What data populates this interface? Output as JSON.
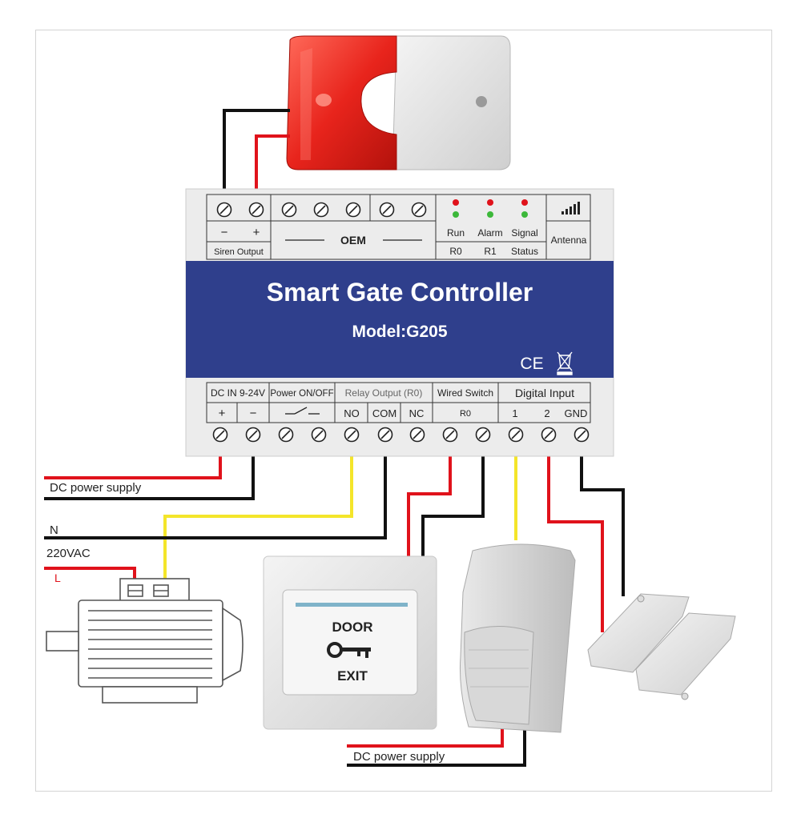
{
  "controller": {
    "title": "Smart Gate Controller",
    "model": "Model:G205",
    "ce_mark": "CE",
    "top_terminals": {
      "siren_minus": "−",
      "siren_plus": "+",
      "siren_label": "Siren Output",
      "oem_label": "OEM",
      "leds": [
        {
          "top": "Run",
          "bottom": "R0"
        },
        {
          "top": "Alarm",
          "bottom": "R1"
        },
        {
          "top": "Signal",
          "bottom": "Status"
        }
      ],
      "antenna_label": "Antenna"
    },
    "bottom_terminals": {
      "dc_in_label": "DC IN 9-24V",
      "dc_plus": "+",
      "dc_minus": "−",
      "power_label": "Power ON/OFF",
      "relay_label": "Relay Output (R0)",
      "relay_no": "NO",
      "relay_com": "COM",
      "relay_nc": "NC",
      "wired_switch_label": "Wired Switch",
      "wired_switch_r0": "R0",
      "digital_input_label": "Digital Input",
      "di_1": "1",
      "di_2": "2",
      "di_gnd": "GND"
    }
  },
  "wiring_labels": {
    "dc_power_supply_left": "DC power supply",
    "neutral": "N",
    "mains": "220VAC",
    "live": "L",
    "dc_power_supply_bottom": "DC power supply"
  },
  "exit_button": {
    "line1": "DOOR",
    "line2": "EXIT"
  },
  "colors": {
    "panel_blue": "#2f3f8c",
    "wire_red": "#e0121b",
    "wire_black": "#111111",
    "wire_yellow": "#f4e52a",
    "siren_red": "#e8241c"
  }
}
